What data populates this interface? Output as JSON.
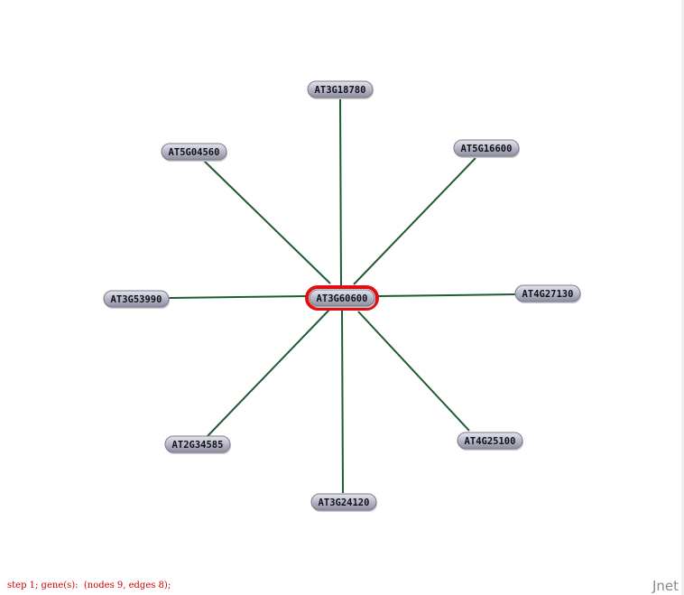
{
  "network": {
    "center": {
      "id": "AT3G60600",
      "label": "AT3G60600",
      "highlight_color": "#e01010"
    },
    "nodes": [
      {
        "id": "AT3G18780",
        "label": "AT3G18780"
      },
      {
        "id": "AT5G16600",
        "label": "AT5G16600"
      },
      {
        "id": "AT4G27130",
        "label": "AT4G27130"
      },
      {
        "id": "AT4G25100",
        "label": "AT4G25100"
      },
      {
        "id": "AT3G24120",
        "label": "AT3G24120"
      },
      {
        "id": "AT2G34585",
        "label": "AT2G34585"
      },
      {
        "id": "AT3G53990",
        "label": "AT3G53990"
      },
      {
        "id": "AT5G04560",
        "label": "AT5G04560"
      }
    ],
    "edges": [
      {
        "source": "AT3G60600",
        "target": "AT3G18780"
      },
      {
        "source": "AT3G60600",
        "target": "AT5G16600"
      },
      {
        "source": "AT3G60600",
        "target": "AT4G27130"
      },
      {
        "source": "AT3G60600",
        "target": "AT4G25100"
      },
      {
        "source": "AT3G60600",
        "target": "AT3G24120"
      },
      {
        "source": "AT3G60600",
        "target": "AT2G34585"
      },
      {
        "source": "AT3G60600",
        "target": "AT3G53990"
      },
      {
        "source": "AT3G60600",
        "target": "AT5G04560"
      }
    ],
    "edge_color": "#1f5a32",
    "node_fill": "#b4b4c4"
  },
  "status": {
    "text": "step 1; gene(s):  (nodes 9, edges 8);"
  },
  "brand": {
    "text": "Jnet"
  }
}
